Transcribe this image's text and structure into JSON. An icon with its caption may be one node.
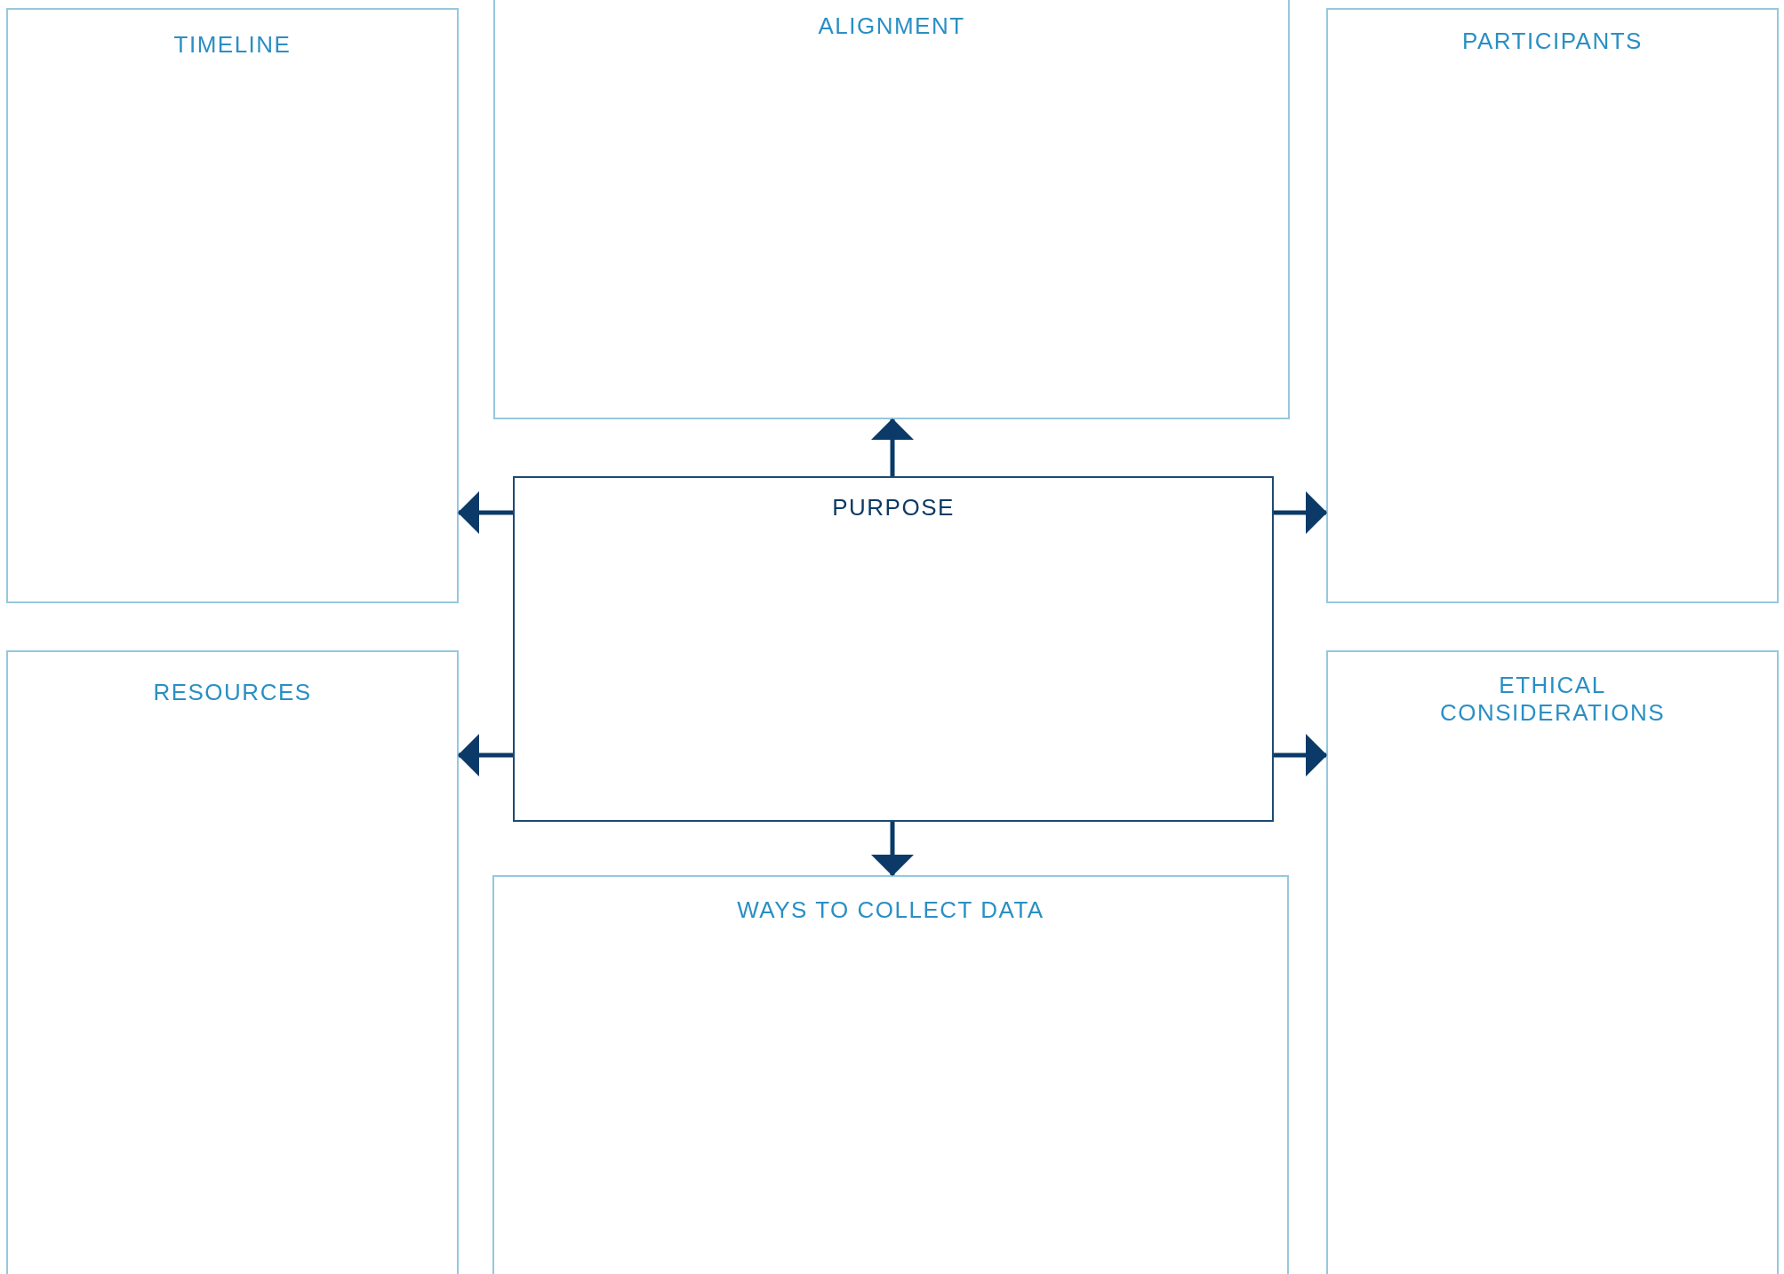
{
  "diagram": {
    "nodes": [
      {
        "text": [
          "TIMELINE"
        ]
      },
      {
        "text": [
          "ALIGNMENT"
        ]
      },
      {
        "text": [
          "PARTICIPANTS"
        ]
      },
      {
        "text": [
          "PURPOSE"
        ]
      },
      {
        "text": [
          "RESOURCES"
        ]
      },
      {
        "text": [
          "ETHICAL CONSIDERATIONS"
        ]
      },
      {
        "text": [
          "WAYS TO COLLECT DATA"
        ]
      }
    ],
    "edges": [
      {
        "from": 3,
        "to": 1,
        "arrow": "to"
      },
      {
        "from": 3,
        "to": 0,
        "arrow": "to"
      },
      {
        "from": 3,
        "to": 2,
        "arrow": "to"
      },
      {
        "from": 3,
        "to": 4,
        "arrow": "to"
      },
      {
        "from": 3,
        "to": 5,
        "arrow": "to"
      },
      {
        "from": 3,
        "to": 6,
        "arrow": "to"
      }
    ]
  }
}
